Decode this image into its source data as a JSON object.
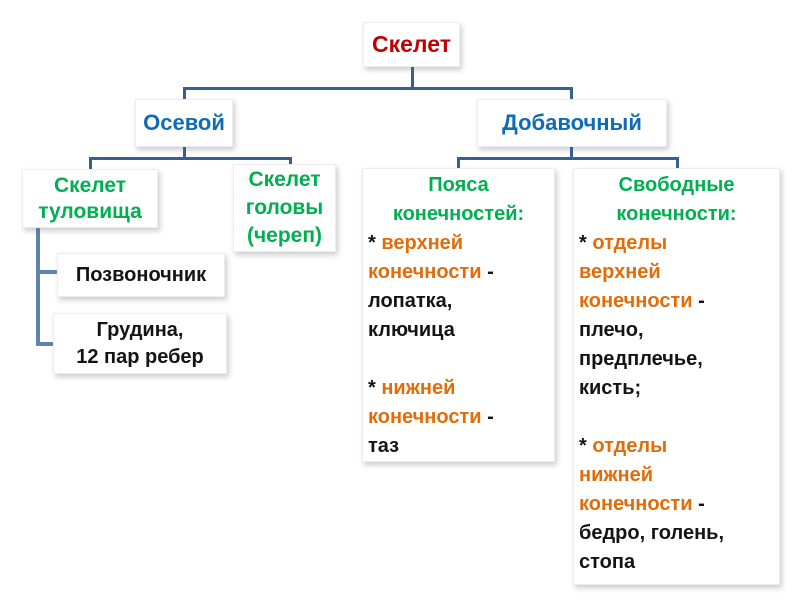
{
  "slide_title": "Скелет",
  "palette": {
    "red": "#C00000",
    "blue": "#0F6BB8",
    "green": "#00B050",
    "orange": "#E36C09",
    "text_black": "#141414",
    "connector_line": "#376092",
    "bracket_line": "#5F84AD",
    "box_background": "#FFFFFF"
  },
  "hierarchy_note": "Скелет -> (Осевой -> Скелет туловища [Позвоночник; Грудина, 12 пар ребер]; Скелет головы (череп)) и (Добавочный -> Пояса конечностей; Свободные конечности)",
  "boxes": {
    "root": {
      "lines": [
        {
          "align": "center",
          "segs": [
            {
              "t": "Скелет",
              "c": "red"
            }
          ]
        }
      ]
    },
    "axial": {
      "lines": [
        {
          "align": "center",
          "segs": [
            {
              "t": "Осевой",
              "c": "blue"
            }
          ]
        }
      ]
    },
    "appendicular": {
      "lines": [
        {
          "align": "center",
          "segs": [
            {
              "t": "Добавочный",
              "c": "blue"
            }
          ]
        }
      ]
    },
    "trunk": {
      "lines": [
        {
          "align": "center",
          "segs": [
            {
              "t": "Скелет",
              "c": "green"
            }
          ]
        },
        {
          "align": "center",
          "segs": [
            {
              "t": "туловища",
              "c": "green"
            }
          ]
        }
      ]
    },
    "head": {
      "lines": [
        {
          "align": "center",
          "segs": [
            {
              "t": "Скелет",
              "c": "green"
            }
          ]
        },
        {
          "align": "center",
          "segs": [
            {
              "t": "головы",
              "c": "green"
            }
          ]
        },
        {
          "align": "center",
          "segs": [
            {
              "t": "(череп)",
              "c": "green"
            }
          ]
        }
      ]
    },
    "spine": {
      "lines": [
        {
          "align": "center",
          "segs": [
            {
              "t": "Позвоночник",
              "c": "black"
            }
          ]
        }
      ]
    },
    "sternum": {
      "lines": [
        {
          "align": "center",
          "segs": [
            {
              "t": "Грудина,",
              "c": "black"
            }
          ]
        },
        {
          "align": "center",
          "segs": [
            {
              "t": "12 пар ребер",
              "c": "black"
            }
          ]
        }
      ]
    },
    "girdles": {
      "lines": [
        {
          "align": "center",
          "segs": [
            {
              "t": "Пояса",
              "c": "green"
            }
          ]
        },
        {
          "align": "center",
          "segs": [
            {
              "t": "конечностей:",
              "c": "green"
            }
          ]
        },
        {
          "segs": [
            {
              "t": "* ",
              "c": "black"
            },
            {
              "t": "верхней",
              "c": "orange"
            }
          ]
        },
        {
          "segs": [
            {
              "t": "конечности",
              "c": "orange"
            },
            {
              "t": " -",
              "c": "black"
            }
          ]
        },
        {
          "segs": [
            {
              "t": "лопатка,",
              "c": "black"
            }
          ]
        },
        {
          "segs": [
            {
              "t": "ключица",
              "c": "black"
            }
          ]
        },
        {
          "segs": [
            {
              "t": " ",
              "c": "black"
            }
          ]
        },
        {
          "segs": [
            {
              "t": "* ",
              "c": "black"
            },
            {
              "t": "нижней",
              "c": "orange"
            }
          ]
        },
        {
          "segs": [
            {
              "t": "конечности",
              "c": "orange"
            },
            {
              "t": " -",
              "c": "black"
            }
          ]
        },
        {
          "segs": [
            {
              "t": "таз",
              "c": "black"
            }
          ]
        }
      ]
    },
    "free": {
      "lines": [
        {
          "align": "center",
          "segs": [
            {
              "t": "Свободные",
              "c": "green"
            }
          ]
        },
        {
          "align": "center",
          "segs": [
            {
              "t": "конечности:",
              "c": "green"
            }
          ]
        },
        {
          "segs": [
            {
              "t": "* ",
              "c": "black"
            },
            {
              "t": "отделы",
              "c": "orange"
            }
          ]
        },
        {
          "segs": [
            {
              "t": "верхней",
              "c": "orange"
            }
          ]
        },
        {
          "segs": [
            {
              "t": "конечности",
              "c": "orange"
            },
            {
              "t": " -",
              "c": "black"
            }
          ]
        },
        {
          "segs": [
            {
              "t": "плечо,",
              "c": "black"
            }
          ]
        },
        {
          "segs": [
            {
              "t": "предплечье,",
              "c": "black"
            }
          ]
        },
        {
          "segs": [
            {
              "t": "кисть;",
              "c": "black"
            }
          ]
        },
        {
          "segs": [
            {
              "t": " ",
              "c": "black"
            }
          ]
        },
        {
          "segs": [
            {
              "t": "* ",
              "c": "black"
            },
            {
              "t": "отделы",
              "c": "orange"
            }
          ]
        },
        {
          "segs": [
            {
              "t": "нижней",
              "c": "orange"
            }
          ]
        },
        {
          "segs": [
            {
              "t": "конечности",
              "c": "orange"
            },
            {
              "t": " -",
              "c": "black"
            }
          ]
        },
        {
          "segs": [
            {
              "t": "бедро, голень,",
              "c": "black"
            }
          ]
        },
        {
          "segs": [
            {
              "t": "стопа",
              "c": "black"
            }
          ]
        }
      ]
    }
  }
}
